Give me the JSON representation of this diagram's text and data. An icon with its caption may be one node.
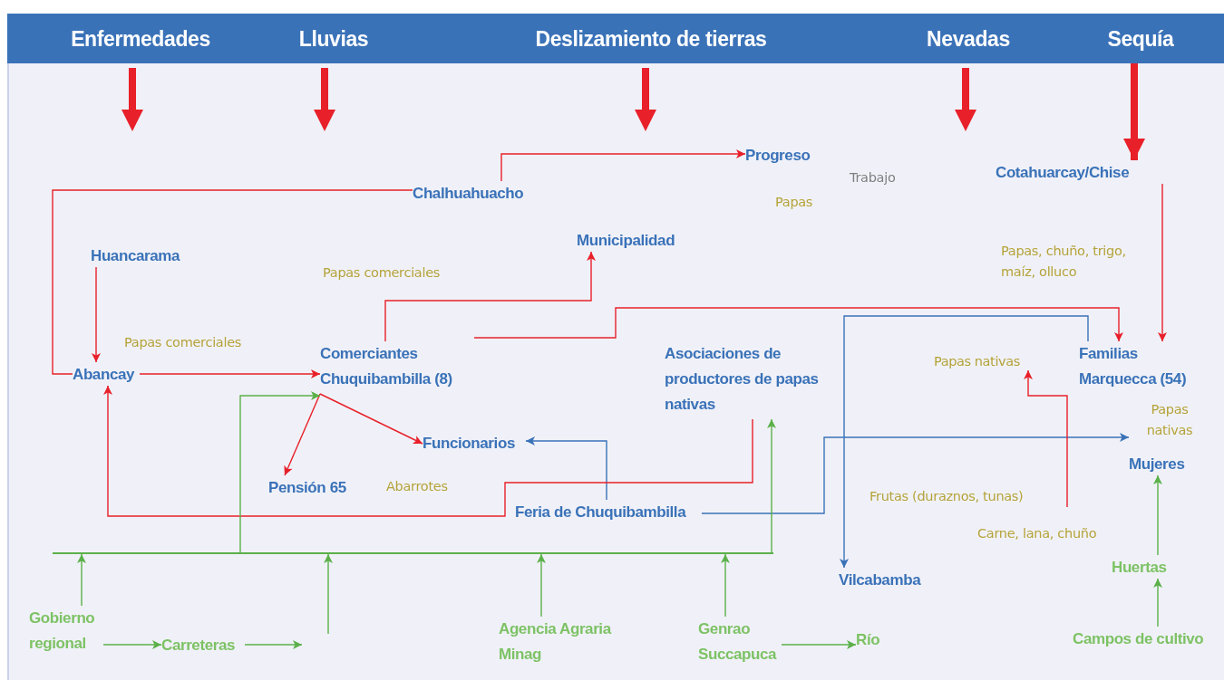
{
  "diagram": {
    "nodes": [
      {
        "text": [],
        "shape": "bar"
      },
      {
        "text": [
          "Enfermedades"
        ],
        "in": 0
      },
      {
        "text": [
          "Lluvias"
        ],
        "in": 0
      },
      {
        "text": [
          "Deslizamiento de tierras"
        ],
        "in": 0
      },
      {
        "text": [
          "Nevadas"
        ],
        "in": 0
      },
      {
        "text": [
          "Sequía"
        ],
        "in": 0
      },
      {
        "text": [
          "Progreso"
        ]
      },
      {
        "text": [
          "Cotahuarcay/Chise"
        ]
      },
      {
        "text": [
          "Chalhuahuacho"
        ]
      },
      {
        "text": [
          "Municipalidad"
        ]
      },
      {
        "text": [
          "Huancarama"
        ]
      },
      {
        "text": [
          "Abancay"
        ]
      },
      {
        "text": [
          "Comerciantes Chuquibambilla (8)"
        ]
      },
      {
        "text": [
          "Asociaciones de productores de papas nativas"
        ]
      },
      {
        "text": [
          "Familias Marquecca (54)"
        ]
      },
      {
        "text": [
          "Funcionarios"
        ]
      },
      {
        "text": [
          "Mujeres"
        ]
      },
      {
        "text": [
          "Pensión 65"
        ]
      },
      {
        "text": [
          "Feria de Chuquibambilla"
        ]
      },
      {
        "text": [
          "Vilcabamba"
        ]
      },
      {
        "text": [
          "Huertas"
        ]
      },
      {
        "text": [
          "Gobierno regional"
        ]
      },
      {
        "text": [
          "Carreteras"
        ]
      },
      {
        "text": [
          "Agencia Agraria Minag"
        ]
      },
      {
        "text": [
          "Genrao Succapuca"
        ]
      },
      {
        "text": [
          "Río"
        ]
      },
      {
        "text": [
          "Campos de cultivo"
        ]
      },
      {
        "text": [
          "Papas nativas"
        ]
      },
      {
        "text": [],
        "shape": "bar"
      }
    ],
    "edges": [
      {
        "from": 5,
        "to": 7,
        "arrow": "to",
        "style": "thick"
      },
      {
        "from": 8,
        "to": 6,
        "arrow": "to"
      },
      {
        "from": 8,
        "to": 11,
        "arrow": "none"
      },
      {
        "from": 10,
        "to": 11,
        "arrow": "to"
      },
      {
        "from": 11,
        "to": 12,
        "arrow": "to"
      },
      {
        "from": 12,
        "to": 9,
        "arrow": "to"
      },
      {
        "from": 12,
        "to": 14,
        "arrow": "to"
      },
      {
        "from": 12,
        "to": 17,
        "arrow": "to"
      },
      {
        "from": 12,
        "to": 15,
        "arrow": "to"
      },
      {
        "from": 18,
        "to": 15,
        "arrow": "to",
        "color": "#3a72b8"
      },
      {
        "from": 13,
        "to": 11,
        "arrow": "to"
      },
      {
        "from": 18,
        "to": 16,
        "arrow": "to",
        "color": "#3a72b8"
      },
      {
        "from": 14,
        "to": 19,
        "arrow": "to",
        "color": "#3a72b8"
      },
      {
        "from": 7,
        "to": 14,
        "arrow": "to"
      },
      {
        "from": null,
        "to": 27,
        "arrow": "to"
      },
      {
        "from": 20,
        "to": 16,
        "arrow": "to",
        "color": "#5bb04a"
      },
      {
        "from": 26,
        "to": 20,
        "arrow": "to",
        "color": "#5bb04a"
      },
      {
        "from": 21,
        "to": 22,
        "arrow": "to",
        "color": "#5bb04a"
      },
      {
        "from": 22,
        "to": null,
        "arrow": "to",
        "color": "#5bb04a"
      },
      {
        "from": 24,
        "to": 25,
        "arrow": "to",
        "color": "#5bb04a"
      },
      {
        "from": 21,
        "to": 28,
        "arrow": "to",
        "color": "#5bb04a"
      },
      {
        "from": null,
        "to": 28,
        "arrow": "to",
        "color": "#5bb04a"
      },
      {
        "from": 23,
        "to": 28,
        "arrow": "to",
        "color": "#5bb04a"
      },
      {
        "from": 24,
        "to": 28,
        "arrow": "to",
        "color": "#5bb04a"
      },
      {
        "from": 28,
        "to": 12,
        "arrow": "to",
        "color": "#5bb04a"
      },
      {
        "from": 28,
        "to": 13,
        "arrow": "to",
        "color": "#5bb04a"
      }
    ],
    "labels": [
      "Trabajo",
      "Papas",
      "Papas, chuño, trigo, maíz, olluco",
      "Papas comerciales",
      "Papas comerciales",
      "Papas nativas",
      "Abarrotes",
      "Frutas (duraznos, tunas)",
      "Carne, lana, chuño"
    ]
  }
}
